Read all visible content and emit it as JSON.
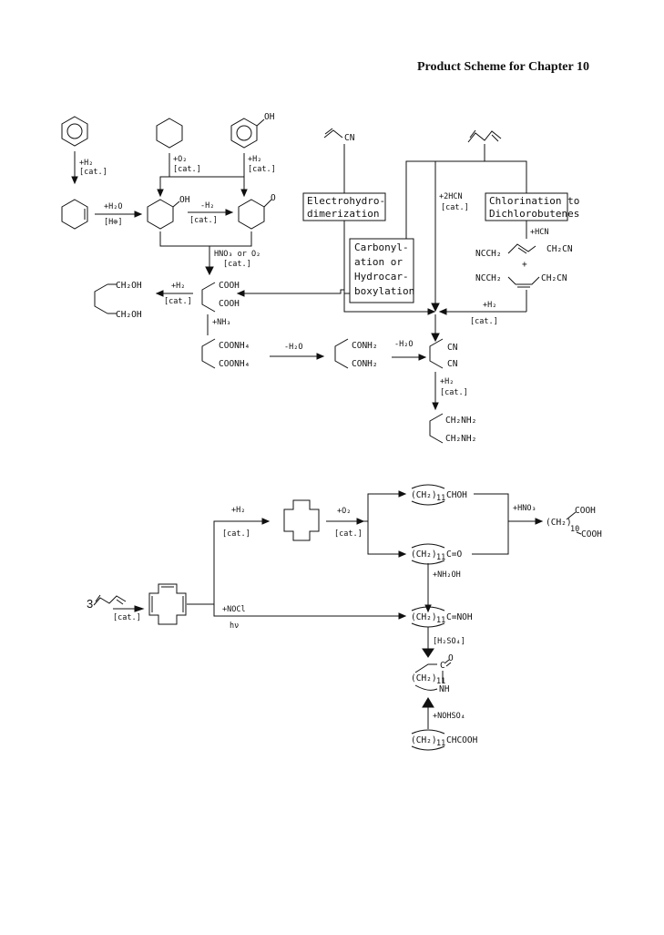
{
  "title": "Product Scheme for Chapter 10",
  "top": {
    "benzene_to_cyclohexene": [
      "+H₂",
      "[cat.]"
    ],
    "cyclohexene_hydration": [
      "+H₂O",
      "[H⊕]"
    ],
    "cyclohexane_oxidation": [
      "+O₂",
      "[cat.]"
    ],
    "phenol_substituent": "OH",
    "phenol_hydrogenation": [
      "+H₂",
      "[cat.]"
    ],
    "cyclohexanol_oh": "OH",
    "dehydrogenation": [
      "-H₂",
      "[cat.]"
    ],
    "cyclohexanone_o": "O",
    "oxidation_to_acid": [
      "HNO₃ or O₂",
      "[cat.]"
    ],
    "acrylonitrile_cn": "CN",
    "electrohydrodimerization": [
      "Electrohydro-",
      "dimerization"
    ],
    "carbonylation": [
      "Carbonyl-",
      "ation or",
      "Hydrocar-",
      "boxylation"
    ],
    "hydrocyanation": [
      "+2HCN",
      "[cat.]"
    ],
    "chlorination": [
      "Chlorination to",
      "Dichlorobutenes"
    ],
    "hcn": "+HCN",
    "dicyanobutene_1": [
      "NCCH₂",
      "CH₂CN"
    ],
    "plus": "+",
    "dicyanobutene_2": [
      "NCCH₂",
      "CH₂CN"
    ],
    "hydrogenation_nitriles": [
      "+H₂",
      "[cat.]"
    ],
    "diol": [
      "CH₂OH",
      "CH₂OH"
    ],
    "diol_hydrogenation": [
      "+H₂",
      "[cat.]"
    ],
    "adipic_acid": [
      "COOH",
      "COOH"
    ],
    "ammonia": "+NH₃",
    "ammonium_salt": [
      "COONH₄",
      "COONH₄"
    ],
    "dehydration_1": "-H₂O",
    "diamide": [
      "CONH₂",
      "CONH₂"
    ],
    "dehydration_2": "-H₂O",
    "adiponitrile": [
      "CN",
      "CN"
    ],
    "nitrile_hydrogenation": [
      "+H₂",
      "[cat.]"
    ],
    "diamine": [
      "CH₂NH₂",
      "CH₂NH₂"
    ]
  },
  "bottom": {
    "coefficient": "3",
    "trimerization": "[cat.]",
    "hydrogenation": [
      "+H₂",
      "[cat.]"
    ],
    "oxidation": [
      "+O₂",
      "[cat.]"
    ],
    "cyclododecanol": [
      "(CH₂)",
      "11",
      "CHOH"
    ],
    "nitric_acid": "+HNO₃",
    "dodecanedioic": [
      "COOH",
      "(CH₂)",
      "10",
      "COOH"
    ],
    "cyclododecanone": [
      "(CH₂)",
      "11",
      "C=O"
    ],
    "hydroxylamine": "+NH₂OH",
    "photonitrosation": [
      "+NOCl",
      "hν"
    ],
    "oxime": [
      "(CH₂)",
      "11",
      "C=NOH"
    ],
    "sulfuric_acid": "[H₂SO₄]",
    "lactam": [
      "C",
      "O",
      "(CH₂)",
      "11",
      "NH"
    ],
    "nitrosyl": "+NOHSO₄",
    "carboxylic": [
      "(CH₂)",
      "11",
      "CHCOOH"
    ]
  }
}
